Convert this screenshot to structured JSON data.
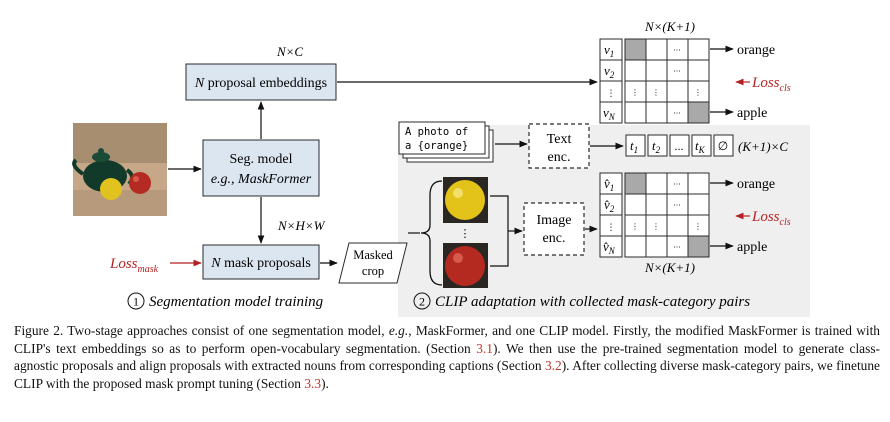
{
  "figure": {
    "proposal_embeddings_label": "N proposal embeddings",
    "proposal_embeddings_n": "N",
    "proposal_embeddings_rest": " proposal embeddings",
    "nxc": "N×C",
    "seg_model_line1": "Seg. model",
    "seg_model_line2": "e.g., MaskFormer",
    "nxhxw": "N×H×W",
    "mask_proposals_n": "N",
    "mask_proposals_rest": " mask proposals",
    "loss_mask_base": "Loss",
    "loss_mask_sub": "mask",
    "masked_crop_line1": "Masked",
    "masked_crop_line2": "crop",
    "caption_text_line1": "A photo of",
    "caption_text_line2": "a {orange}",
    "text_enc_line1": "Text",
    "text_enc_line2": "enc.",
    "image_enc_line1": "Image",
    "image_enc_line2": "enc.",
    "top_matrix_header": "N×(K+1)",
    "bottom_matrix_footer": "N×(K+1)",
    "v_labels": [
      "v",
      "v",
      "⋮",
      "v"
    ],
    "v_subs": [
      "1",
      "2",
      "",
      "N"
    ],
    "vhat_labels": [
      "v̂",
      "v̂",
      "⋮",
      "v̂"
    ],
    "dots_h": "···",
    "dots_v": "⋮",
    "label_orange": "orange",
    "label_apple": "apple",
    "loss_cls_base": "Loss",
    "loss_cls_sub": "cls",
    "t_labels": [
      "t",
      "t",
      "...",
      "t"
    ],
    "t_subs": [
      "1",
      "2",
      "",
      "K"
    ],
    "empty_set": "∅",
    "k1xc": "(K+1)×C",
    "stage1_num": "1",
    "stage1_text": "Segmentation model training",
    "stage2_num": "2",
    "stage2_text": "CLIP adaptation with collected mask-category pairs",
    "vertical_dots_crops": "⋮"
  },
  "caption": {
    "p1": "Figure 2.  Two-stage approaches consist of one segmentation model, ",
    "eg": "e.g.",
    "p2": ", MaskFormer, and one CLIP model.  Firstly, the modified MaskFormer is trained with CLIP's text embeddings so as to perform open-vocabulary segmentation. (Section ",
    "ref1": "3.1",
    "p3": ").  We then use the pre-trained segmentation model to generate class-agnostic proposals and align proposals with extracted nouns from corresponding captions (Section ",
    "ref2": "3.2",
    "p4": "). After collecting diverse mask-category pairs, we finetune CLIP with the proposed mask prompt tuning (Section ",
    "ref3": "3.3",
    "p5": ")."
  },
  "colors": {
    "box_fill": "#dce6f1",
    "box_stroke": "#2b2b2b",
    "stage2_bg": "#efefef",
    "gray_cell": "#a9a9a9",
    "loss_red": "#b22222",
    "ref_red": "#c0392b"
  }
}
